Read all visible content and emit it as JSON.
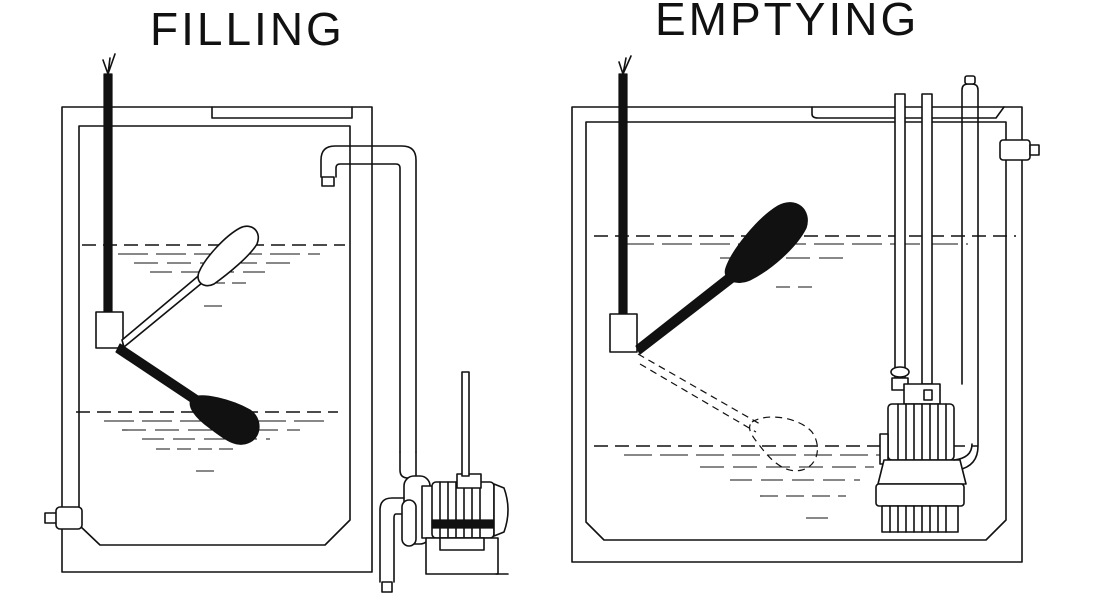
{
  "titles": {
    "filling": "FILLING",
    "emptying": "EMPTYING"
  },
  "colors": {
    "line": "#111111",
    "background": "#ffffff"
  },
  "panels": [
    {
      "name": "filling",
      "float_state": "low-level switch, float hanging down below water line"
    },
    {
      "name": "emptying",
      "float_state": "high-level switch, float raised on surface"
    }
  ]
}
